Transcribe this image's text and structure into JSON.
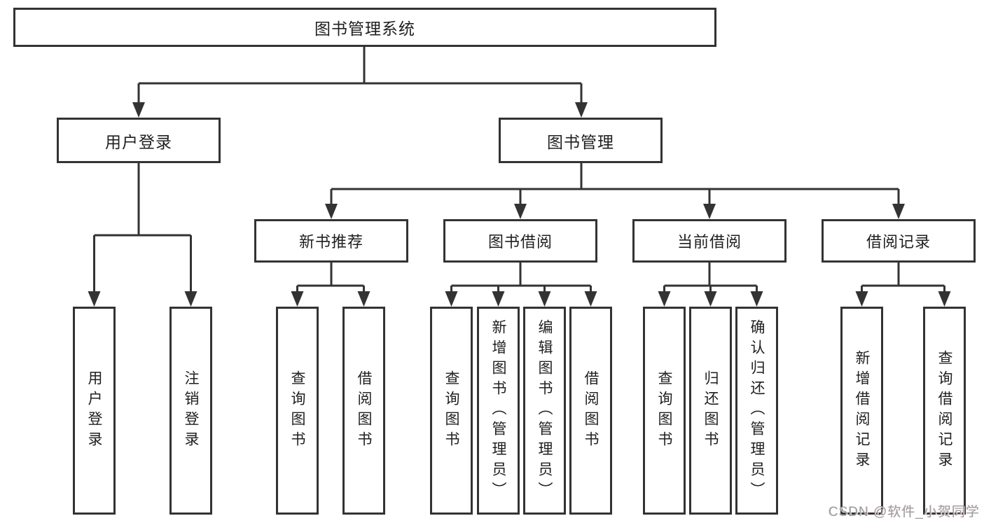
{
  "diagram": {
    "tree": {
      "label": "图书管理系统",
      "children": [
        {
          "label": "用户登录",
          "children": [
            {
              "label": "用户登录"
            },
            {
              "label": "注销登录"
            }
          ]
        },
        {
          "label": "图书管理",
          "children": [
            {
              "label": "新书推荐",
              "children": [
                {
                  "label": "查询图书"
                },
                {
                  "label": "借阅图书"
                }
              ]
            },
            {
              "label": "图书借阅",
              "children": [
                {
                  "label": "查询图书"
                },
                {
                  "label": "新增图书（管理员）"
                },
                {
                  "label": "编辑图书（管理员）"
                },
                {
                  "label": "借阅图书"
                }
              ]
            },
            {
              "label": "当前借阅",
              "children": [
                {
                  "label": "查询图书"
                },
                {
                  "label": "归还图书"
                },
                {
                  "label": "确认归还（管理员）"
                }
              ]
            },
            {
              "label": "借阅记录",
              "children": [
                {
                  "label": "新增借阅记录"
                },
                {
                  "label": "查询借阅记录"
                }
              ]
            }
          ]
        }
      ]
    }
  },
  "watermark": {
    "text": "CSDN @软件_小贺同学"
  },
  "colors": {
    "line": "#333333",
    "box_border": "#333333",
    "box_fill": "#ffffff",
    "text": "#1f1f1f",
    "watermark": "#9b9b9b",
    "background": "#ffffff"
  }
}
